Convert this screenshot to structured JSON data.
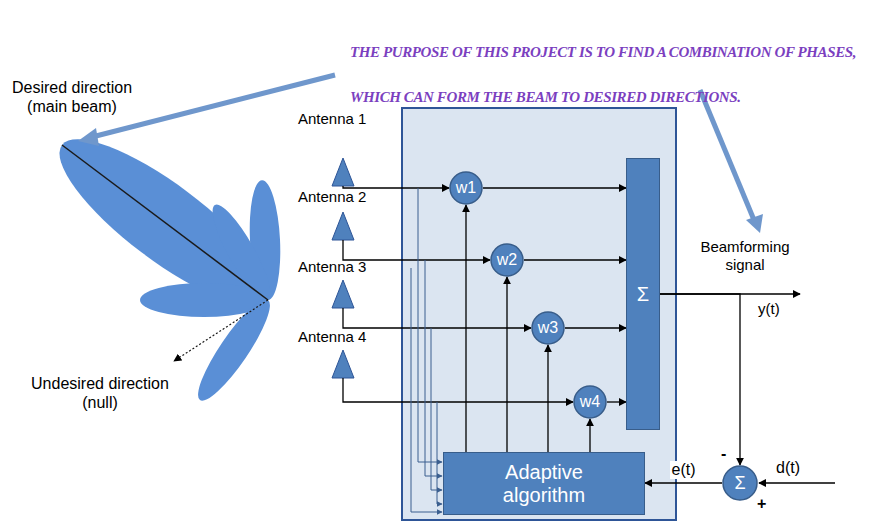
{
  "diagram": {
    "nodes": [
      {
        "text": [
          "w1"
        ]
      },
      {
        "text": [
          "w2"
        ]
      },
      {
        "text": [
          "w3"
        ]
      },
      {
        "text": [
          "w4"
        ]
      },
      {
        "text": [
          "Σ"
        ]
      },
      {
        "text": [
          "Adaptive algorithm"
        ]
      },
      {
        "text": [
          "Σ"
        ]
      }
    ],
    "edges": [
      {
        "from": 0,
        "to": 4,
        "arrow": "to"
      },
      {
        "from": 1,
        "to": 4,
        "arrow": "to"
      },
      {
        "from": 2,
        "to": 4,
        "arrow": "to"
      },
      {
        "from": 3,
        "to": 4,
        "arrow": "to"
      },
      {
        "from": 5,
        "to": 0,
        "arrow": "to"
      },
      {
        "from": 5,
        "to": 1,
        "arrow": "to"
      },
      {
        "from": 5,
        "to": 2,
        "arrow": "to"
      },
      {
        "from": 5,
        "to": 3,
        "arrow": "to"
      },
      {
        "from": 4,
        "to": 6,
        "arrow": "to"
      },
      {
        "from": 6,
        "to": 5,
        "label": "e(t)",
        "arrow": "to"
      }
    ],
    "labels": [
      "THE PURPOSE OF THIS PROJECT IS TO FIND A COMBINATION OF PHASES, WHICH CAN FORM THE BEAM TO DESIRED DIRECTIONS.",
      "Desired direction (main beam)",
      "Undesired direction (null)",
      "Antenna 1",
      "Antenna 2",
      "Antenna 3",
      "Antenna 4",
      "Beamforming signal",
      "y(t)",
      "-",
      "+",
      "d(t)"
    ]
  }
}
